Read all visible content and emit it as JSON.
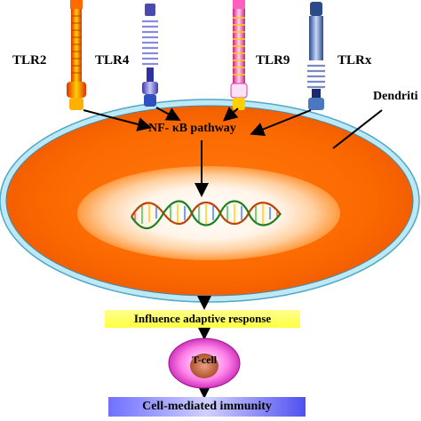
{
  "receptors": {
    "tlr2": "TLR2",
    "tlr4": "TLR4",
    "tlr9": "TLR9",
    "tlrx": "TLRx"
  },
  "cell_label": "Dendriti",
  "pathway_label": "NF- κB pathway",
  "steps": {
    "adaptive": "Influence adaptive response",
    "tcell": "T-cell",
    "immunity": "Cell-mediated immunity"
  }
}
